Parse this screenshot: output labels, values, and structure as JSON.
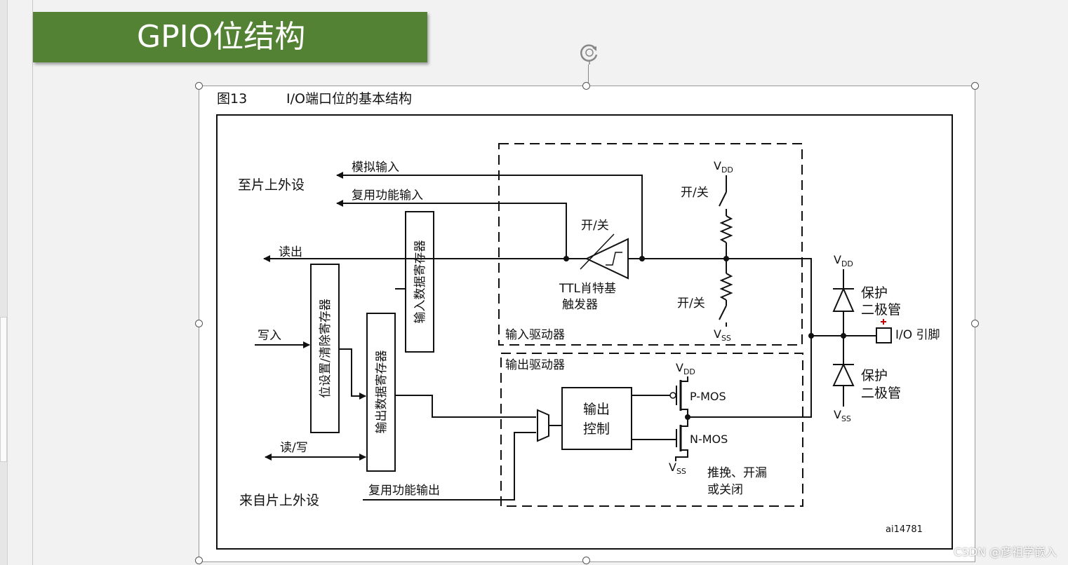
{
  "slide": {
    "title": "GPIO位结构"
  },
  "figure": {
    "number": "图13",
    "caption": "I/O端口位的基本结构",
    "id_code": "ai14781"
  },
  "labels": {
    "to_peripheral": "至片上外设",
    "analog_input": "模拟输入",
    "alt_func_input": "复用功能输入",
    "read_out": "读出",
    "write_in": "写入",
    "read_write": "读/写",
    "from_peripheral": "来自片上外设",
    "alt_func_output": "复用功能输出",
    "bsrr": "位设置/清除寄存器",
    "idr": "输入数据寄存器",
    "odr": "输出数据寄存器",
    "on_off": "开/关",
    "ttl_line1": "TTL肖特基",
    "ttl_line2": "触发器",
    "input_driver": "输入驱动器",
    "output_driver": "输出驱动器",
    "output_ctrl_line1": "输出",
    "output_ctrl_line2": "控制",
    "pmos": "P-MOS",
    "nmos": "N-MOS",
    "mode_line1": "推挽、开漏",
    "mode_line2": "或关闭",
    "protect_line1": "保护",
    "protect_line2": "二极管",
    "io_pin": "I/O 引脚",
    "vdd_v": "V",
    "vdd_sub": "DD",
    "vss_v": "V",
    "vss_sub": "SS"
  },
  "watermark": "CSDN @彦祖学嵌入",
  "colors": {
    "banner": "#548235",
    "banner_text": "#ffffff"
  }
}
